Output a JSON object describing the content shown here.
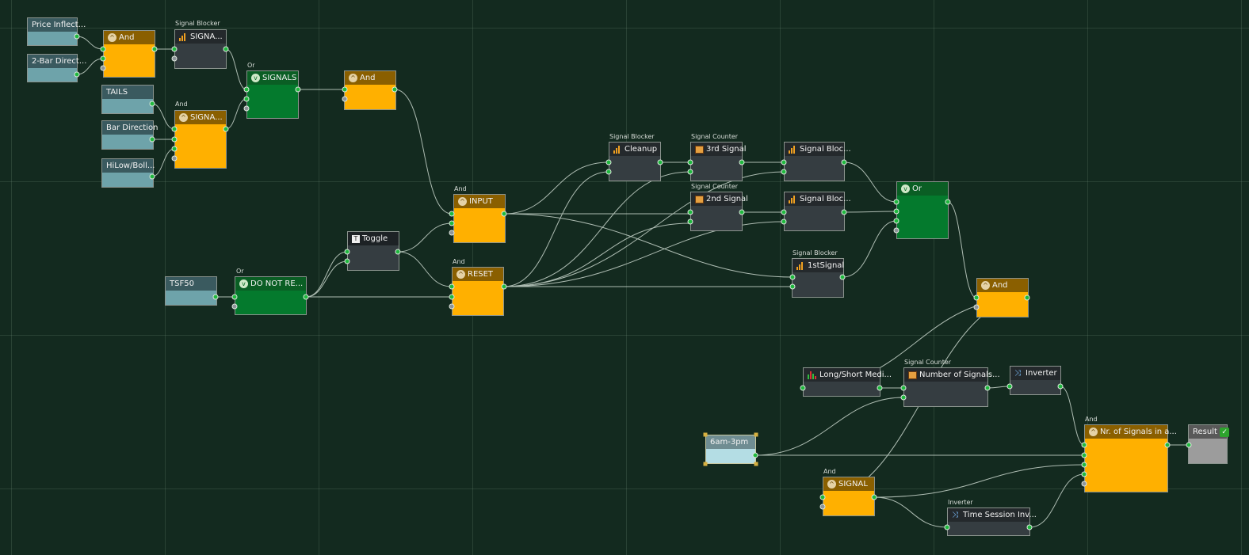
{
  "nodes": {
    "price_inflect": "Price Inflect...",
    "two_bar": "2-Bar Direct...",
    "and_1": "And",
    "signal_blocker_tag_1": "Signal Blocker",
    "signa_1": "SIGNA...",
    "or_tag_1": "Or",
    "signals": "SIGNALS",
    "tails": "TAILS",
    "and_tag_2": "And",
    "signa_2": "SIGNA...",
    "bar_direction": "Bar Direction",
    "hilow": "HiLow/Boll...",
    "and_3": "And",
    "tsf50": "TSF50",
    "or_tag_2": "Or",
    "do_not_re": "DO NOT RE...",
    "toggle": "Toggle",
    "and_tag_input": "And",
    "input": "INPUT",
    "and_tag_reset": "And",
    "reset": "RESET",
    "signal_blocker_tag_cleanup": "Signal Blocker",
    "cleanup": "Cleanup",
    "signal_counter_tag_3rd": "Signal Counter",
    "third_signal": "3rd Signal",
    "signal_bloc_1": "Signal Bloc...",
    "signal_counter_tag_2nd": "Signal Counter",
    "second_signal": "2nd Signal",
    "signal_bloc_2": "Signal Bloc...",
    "signal_blocker_tag_1st": "Signal Blocker",
    "first_signal": "1stSignal",
    "or_main": "Or",
    "and_right": "And",
    "long_short": "Long/Short Medi...",
    "signal_counter_tag_num": "Signal Counter",
    "number_of_signals": "Number of Signals...",
    "inverter": "Inverter",
    "session": "6am-3pm",
    "and_tag_signal": "And",
    "signal": "SIGNAL",
    "inverter_tag": "Inverter",
    "time_session_inv": "Time Session Inv...",
    "and_tag_nr": "And",
    "nr_signals": "Nr. of Signals in a...",
    "result": "Result"
  },
  "icons": {
    "and": "and-gate-icon",
    "or": "or-gate-icon",
    "signal_blocker": "bar-chart-icon",
    "signal_counter": "counter-grid-icon",
    "inverter": "shuffle-icon",
    "toggle": "toggle-icon",
    "indicator": "multi-bar-icon",
    "result": "checkmark-icon"
  },
  "colors": {
    "background": "#132a1f",
    "and_node": "#ffb000",
    "or_node": "#047a2d",
    "input_node": "#6ea3aa",
    "signal_node": "#353d41",
    "result_node": "#9c9c9c",
    "port": "#1fb83e",
    "wire": "#c9d6cc"
  }
}
